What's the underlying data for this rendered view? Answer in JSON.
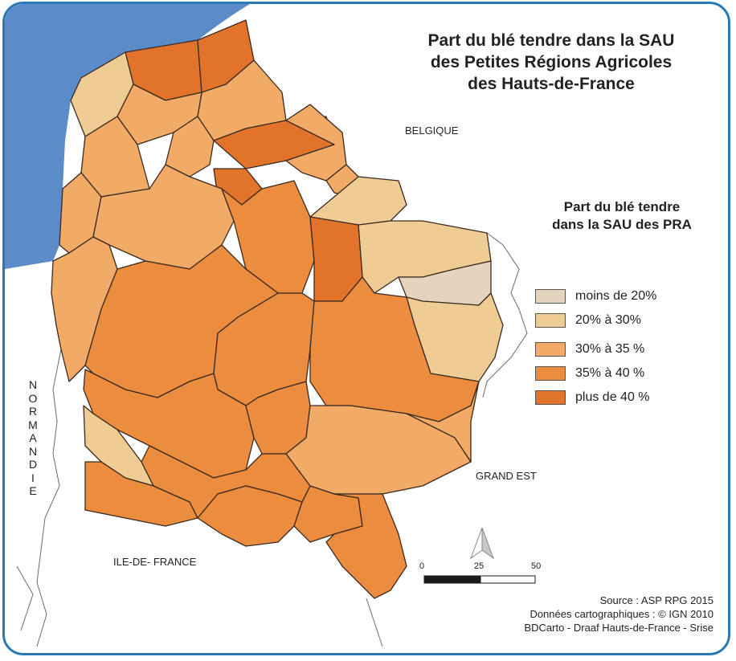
{
  "title_lines": [
    "Part du blé tendre dans la SAU",
    "des Petites Régions Agricoles",
    "des Hauts-de-France"
  ],
  "labels": {
    "belgique": "BELGIQUE",
    "grand_est": "GRAND EST",
    "ile_de_france": "ILE-DE- FRANCE",
    "normandie": "NORMANDIE"
  },
  "legend": {
    "title_lines": [
      "Part du blé tendre",
      "dans la SAU des PRA"
    ],
    "classes": [
      {
        "label": "moins de 20%",
        "color": "#e4d3bd"
      },
      {
        "label": "20% à 30%",
        "color": "#f0cc95"
      },
      {
        "label": "30% à  35 %",
        "color": "#f2aa67"
      },
      {
        "label": "35% à  40 %",
        "color": "#ec8c3e"
      },
      {
        "label": "plus de 40 %",
        "color": "#e2732a"
      }
    ]
  },
  "scale": {
    "ticks": [
      "0",
      "25",
      "50"
    ]
  },
  "source_lines": [
    "Source : ASP RPG 2015",
    "Données cartographiques : © IGN 2010",
    "BDCarto - Draaf Hauts-de-France - Srise"
  ],
  "colors": {
    "sea": "#5b8bc9",
    "frame": "#2a79b5",
    "border_line": "#3a2a20"
  }
}
